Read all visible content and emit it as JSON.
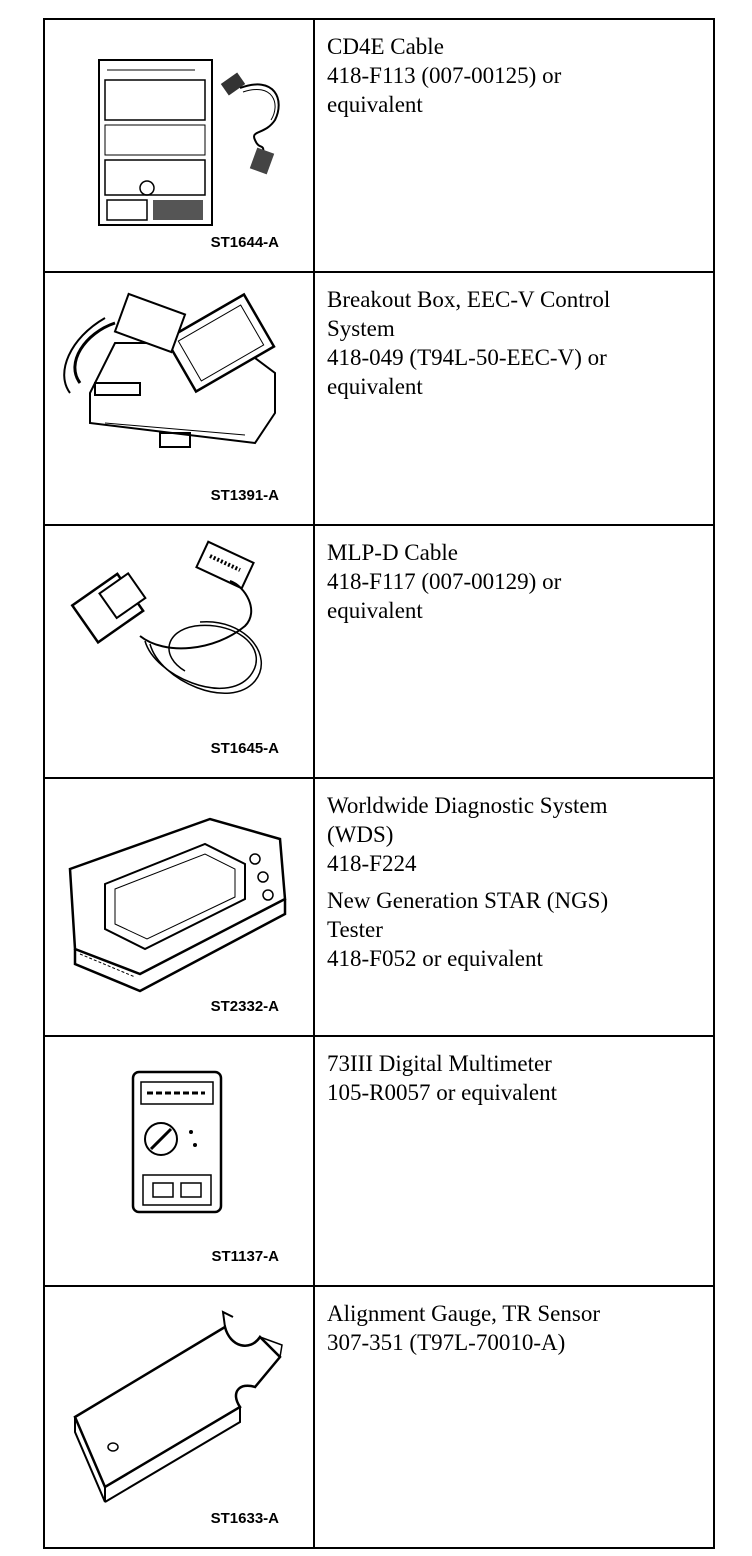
{
  "rows": [
    {
      "code": "ST1644-A",
      "lines": [
        "CD4E Cable",
        "418-F113 (007-00125) or",
        "equivalent"
      ]
    },
    {
      "code": "ST1391-A",
      "lines": [
        "Breakout Box, EEC-V Control",
        "System",
        "418-049 (T94L-50-EEC-V) or",
        "equivalent"
      ]
    },
    {
      "code": "ST1645-A",
      "lines": [
        "MLP-D Cable",
        "418-F117 (007-00129) or",
        "equivalent"
      ]
    },
    {
      "code": "ST2332-A",
      "lines": [
        "Worldwide Diagnostic System",
        "(WDS)",
        "418-F224"
      ],
      "lines2": [
        "New Generation STAR (NGS)",
        "Tester",
        "418-F052 or equivalent"
      ]
    },
    {
      "code": "ST1137-A",
      "lines": [
        "73III Digital Multimeter",
        "105-R0057 or equivalent"
      ]
    },
    {
      "code": "ST1633-A",
      "lines": [
        "Alignment Gauge, TR Sensor",
        "307-351 (T97L-70010-A)"
      ]
    }
  ]
}
